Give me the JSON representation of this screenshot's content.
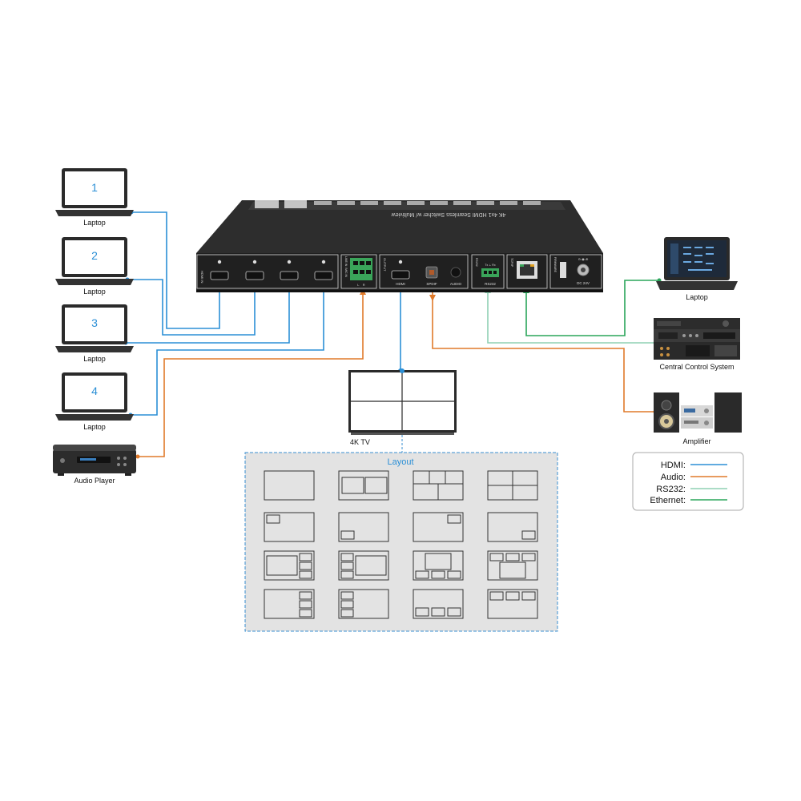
{
  "laptops": [
    {
      "number": "1",
      "caption": "Laptop"
    },
    {
      "number": "2",
      "caption": "Laptop"
    },
    {
      "number": "3",
      "caption": "Laptop"
    },
    {
      "number": "4",
      "caption": "Laptop"
    }
  ],
  "audio_player": {
    "caption": "Audio Player"
  },
  "right_laptop": {
    "caption": "Laptop"
  },
  "control_system": {
    "caption": "Central Control System"
  },
  "amplifier": {
    "caption": "Amplifier"
  },
  "tv": {
    "caption": "4K TV"
  },
  "layout_box": {
    "title": "Layout"
  },
  "device": {
    "top_text": "4K 4x1 HDMI Seamless Switcher w/ Multiview",
    "labels": {
      "hdmi_in": "HDMI IN",
      "line_in": "LINE IN / MIC IN",
      "line_in_lr": "L    R",
      "output": "OUTPUT",
      "hdmi": "HDMI",
      "spdif": "SPDIF",
      "audio": "AUDIO",
      "rs232": "RS232",
      "rs232_pins": "Tx  ⊥  Rx",
      "tcpip": "TCP/IP",
      "firmware": "FIRMWARE",
      "dc24v": "DC 24V"
    }
  },
  "legend": [
    {
      "label": "HDMI:",
      "color": "#2b8fd6"
    },
    {
      "label": "Audio:",
      "color": "#e07a2a"
    },
    {
      "label": "RS232:",
      "color": "#8fd0b4"
    },
    {
      "label": "Ethernet:",
      "color": "#2aa55a"
    }
  ],
  "colors": {
    "hdmi": "#2b8fd6",
    "audio": "#e07a2a",
    "rs232": "#8fd0b4",
    "ethernet": "#2aa55a",
    "layout_border": "#3a8fd0",
    "layout_fill": "#e3e3e3"
  }
}
